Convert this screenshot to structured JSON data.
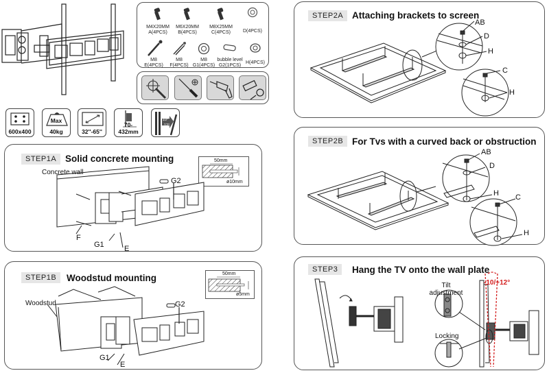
{
  "hardware": [
    {
      "size": "M4X20MM",
      "qty": "A(4PCS)",
      "icon": "screw-icon"
    },
    {
      "size": "M6X20MM",
      "qty": "B(4PCS)",
      "icon": "screw-icon"
    },
    {
      "size": "M8X25MM",
      "qty": "C(4PCS)",
      "icon": "screw-icon"
    },
    {
      "size": "",
      "qty": "D(4PCS)",
      "icon": "washer-icon"
    },
    {
      "size": "M8",
      "qty": "E(4PCS)",
      "icon": "lag-bolt-icon"
    },
    {
      "size": "M8",
      "qty": "F(4PCS)",
      "icon": "wall-anchor-icon"
    },
    {
      "size": "M8",
      "qty": "G1(4PCS)",
      "icon": "washer-icon"
    },
    {
      "size": "bubble level",
      "qty": "G2(1PCS)",
      "icon": "bubble-level-icon"
    },
    {
      "size": "",
      "qty": "H(4PCS)",
      "icon": "spacer-icon"
    }
  ],
  "tools": [
    "pencil-icon",
    "screwdriver-icon",
    "drill-icon",
    "tape-measure-icon"
  ],
  "specs": [
    {
      "label": "600x400",
      "icon": "vesa-pattern-icon"
    },
    {
      "label": "40kg",
      "top": "Max",
      "icon": "weight-icon"
    },
    {
      "label": "32''-65''",
      "icon": "screen-size-icon"
    },
    {
      "label": "70-432mm",
      "icon": "extension-icon"
    },
    {
      "label": "",
      "tilt_top": "-10°",
      "tilt_bottom": "12°",
      "icon": "tilt-icon"
    }
  ],
  "step1a": {
    "tag": "STEP1A",
    "title": "Solid concrete mounting",
    "wall_label": "Concrete wall",
    "callouts": {
      "g2": "G2",
      "f": "F",
      "g1": "G1",
      "e": "E"
    },
    "drill_depth": "50mm",
    "drill_diameter": "ø10mm"
  },
  "step1b": {
    "tag": "STEP1B",
    "title": "Woodstud mounting",
    "wall_label": "Woodstud",
    "callouts": {
      "g2": "G2",
      "g1": "G1",
      "e": "E"
    },
    "drill_depth": "50mm",
    "drill_diameter": "ø5mm"
  },
  "step2a": {
    "tag": "STEP2A",
    "title": "Attaching brackets to screen",
    "callouts": {
      "ab": "AB",
      "d": "D",
      "h1": "H",
      "c": "C",
      "h2": "H"
    }
  },
  "step2b": {
    "tag": "STEP2B",
    "title": "For Tvs with a curved back or obstruction",
    "callouts": {
      "ab": "AB",
      "d": "D",
      "h1": "H",
      "c": "C",
      "h2": "H"
    }
  },
  "step3": {
    "tag": "STEP3",
    "title": "Hang the TV onto the wall plate",
    "tilt_label": "Tilt adjustment",
    "tilt_range": "-10/+12°",
    "locking_label": "Locking",
    "accent_color": "#d42020"
  }
}
